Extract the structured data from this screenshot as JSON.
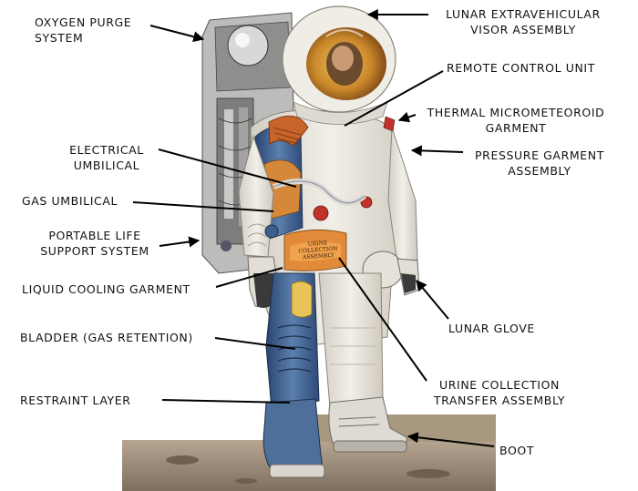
{
  "labels": {
    "oxygen_purge": [
      "OXYGEN PURGE",
      "SYSTEM"
    ],
    "electrical_umbilical": [
      "ELECTRICAL",
      "UMBILICAL"
    ],
    "gas_umbilical": [
      "GAS UMBILICAL"
    ],
    "plss": [
      "PORTABLE LIFE",
      "SUPPORT SYSTEM"
    ],
    "liquid_cooling": [
      "LIQUID COOLING GARMENT"
    ],
    "bladder": [
      "BLADDER (GAS RETENTION)"
    ],
    "restraint": [
      "RESTRAINT LAYER"
    ],
    "visor": [
      "LUNAR EXTRAVEHICULAR",
      "VISOR ASSEMBLY"
    ],
    "remote_control": [
      "REMOTE CONTROL UNIT"
    ],
    "thermal": [
      "THERMAL MICROMETEOROID",
      "GARMENT"
    ],
    "pressure_garment": [
      "PRESSURE GARMENT",
      "ASSEMBLY"
    ],
    "lunar_glove": [
      "LUNAR GLOVE"
    ],
    "urine_collection": [
      "URINE COLLECTION",
      "TRANSFER ASSEMBLY"
    ],
    "boot": [
      "BOOT"
    ]
  },
  "inset_text": [
    "URINE COLLECTION",
    "ASSEMBLY"
  ],
  "colors": {
    "suit_white": "#ece9e2",
    "suit_shadow": "#c9c4b9",
    "cooling_blue": "#3d5f8c",
    "cooling_orange": "#d98a3c",
    "plss_gray": "#b8b9b8",
    "visor_gold": "#d9a03a",
    "ground": "#9a8a78",
    "red_accent": "#c0322a"
  }
}
